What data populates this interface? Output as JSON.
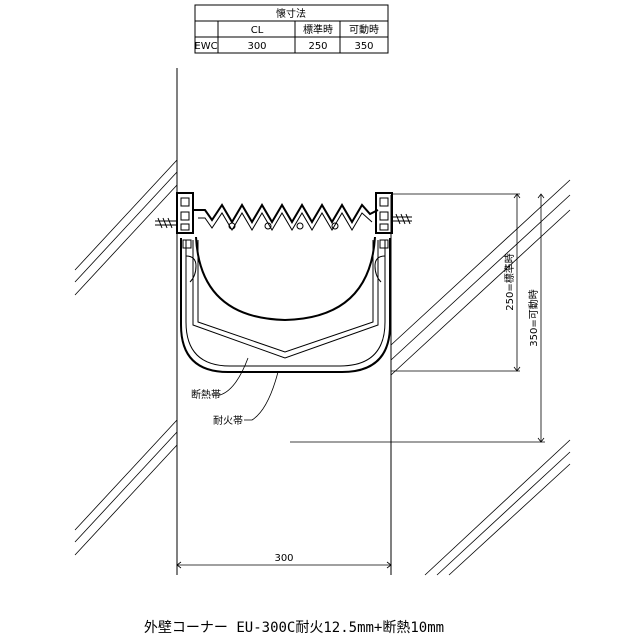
{
  "table": {
    "title": "懐寸法",
    "headers": [
      "CL",
      "標準時",
      "可動時"
    ],
    "row_label": "EWC",
    "values": [
      "300",
      "250",
      "350"
    ]
  },
  "labels": {
    "insulation_band": "断熱帯",
    "fire_band": "耐火帯",
    "dim_standard": "250=標準時",
    "dim_movable": "350=可動時",
    "dim_width": "300"
  },
  "caption": "外壁コーナー EU-300C耐火12.5mm+断熱10mm"
}
